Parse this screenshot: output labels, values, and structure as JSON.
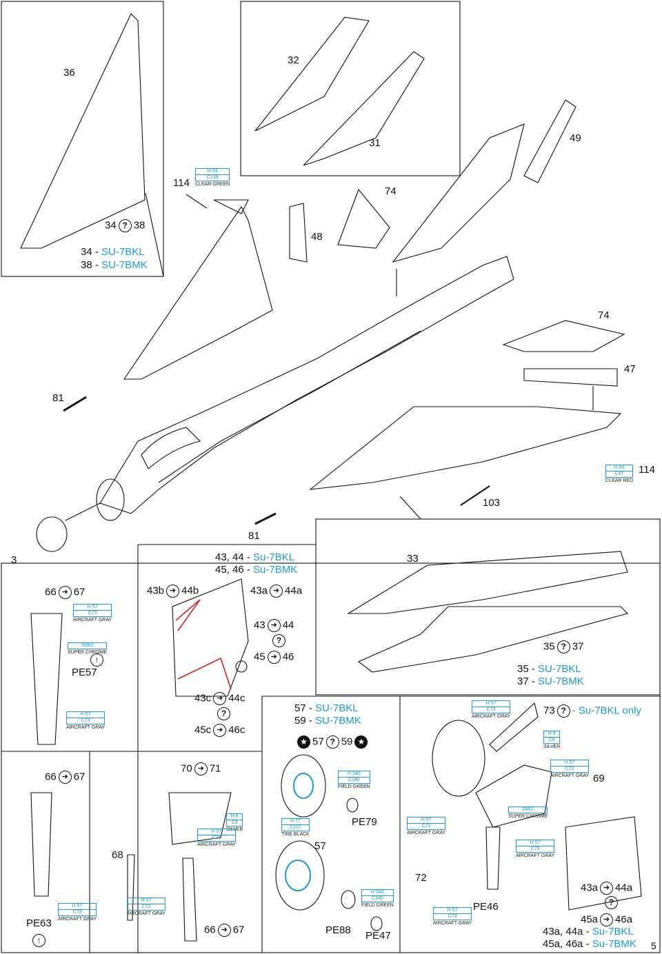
{
  "parts": {
    "p36": "36",
    "p32": "32",
    "p31": "31",
    "p49": "49",
    "p74a": "74",
    "p74b": "74",
    "p48": "48",
    "p47": "47",
    "p81a": "81",
    "p81b": "81",
    "p114a": "114",
    "p114b": "114",
    "p103": "103",
    "p3": "3",
    "p33": "33",
    "p68": "68",
    "p72": "72",
    "p69": "69",
    "p57": "57",
    "pe57": "PE57",
    "pe63": "PE63",
    "pe79": "PE79",
    "pe88": "PE88",
    "pe47": "PE47",
    "pe46": "PE46",
    "page": "5"
  },
  "callouts": {
    "c34_38": "34",
    "c34_38b": "38",
    "c34_line": "34 -",
    "c34_model": "SU-7BKL",
    "c38_line": "38 -",
    "c38_model": "SU-7BMK",
    "c35_37a": "35",
    "c35_37b": "37",
    "c35_line": "35 -",
    "c35_model": "SU-7BKL",
    "c37_line": "37 -",
    "c37_model": "SU-7BMK",
    "c43_line": "43, 44 -",
    "c43_model": "Su-7BKL",
    "c45_line": "45, 46 -",
    "c45_model": "Su-7BMK",
    "c43b": "43b",
    "c44b": "44b",
    "c43a": "43a",
    "c44a": "44a",
    "c43": "43",
    "c44": "44",
    "c45": "45",
    "c46": "46",
    "c43c": "43c",
    "c44c": "44c",
    "c45c": "45c",
    "c46c": "46c",
    "c66a": "66",
    "c67a": "67",
    "c66b": "66",
    "c67b": "67",
    "c66c": "66",
    "c67c": "67",
    "c70": "70",
    "c71": "71",
    "c57_line": "57 -",
    "c57_model": "SU-7BKL",
    "c59_line": "59 -",
    "c59_model": "SU-7BMK",
    "c57s": "57",
    "c59s": "59",
    "c73": "73",
    "c73_note": "- Su-7BKL only",
    "c43a2": "43a",
    "c44a2": "44a",
    "c45a2": "45a",
    "c46a2": "46a",
    "c43aa_line": "43a, 44a -",
    "c43aa_model": "Su-7BKL",
    "c45aa_line": "45a, 46a -",
    "c45aa_model": "Su-7BMK"
  },
  "colors": {
    "h94": {
      "code1": "H 94",
      "code2": "C138",
      "name": "CLEAR GREEN"
    },
    "h90": {
      "code1": "H 90",
      "code2": "C47",
      "name": "CLEAR RED"
    },
    "h57": {
      "code1": "H 57",
      "code2": "C73",
      "name": "AIRCRAFT GRAY"
    },
    "sm01": {
      "code1": "SM01",
      "name": "SUPER CHROME"
    },
    "h8": {
      "code1": "H 8",
      "code2": "C8",
      "name": "SILVER"
    },
    "h340": {
      "code1": "H 340",
      "code2": "C340",
      "name": "FIELD GREEN"
    },
    "h77": {
      "code1": "H 77",
      "code2": "C137",
      "name": "TIRE BLACK"
    },
    "accent": "#1a9ad6",
    "red_line": "#d42020"
  }
}
